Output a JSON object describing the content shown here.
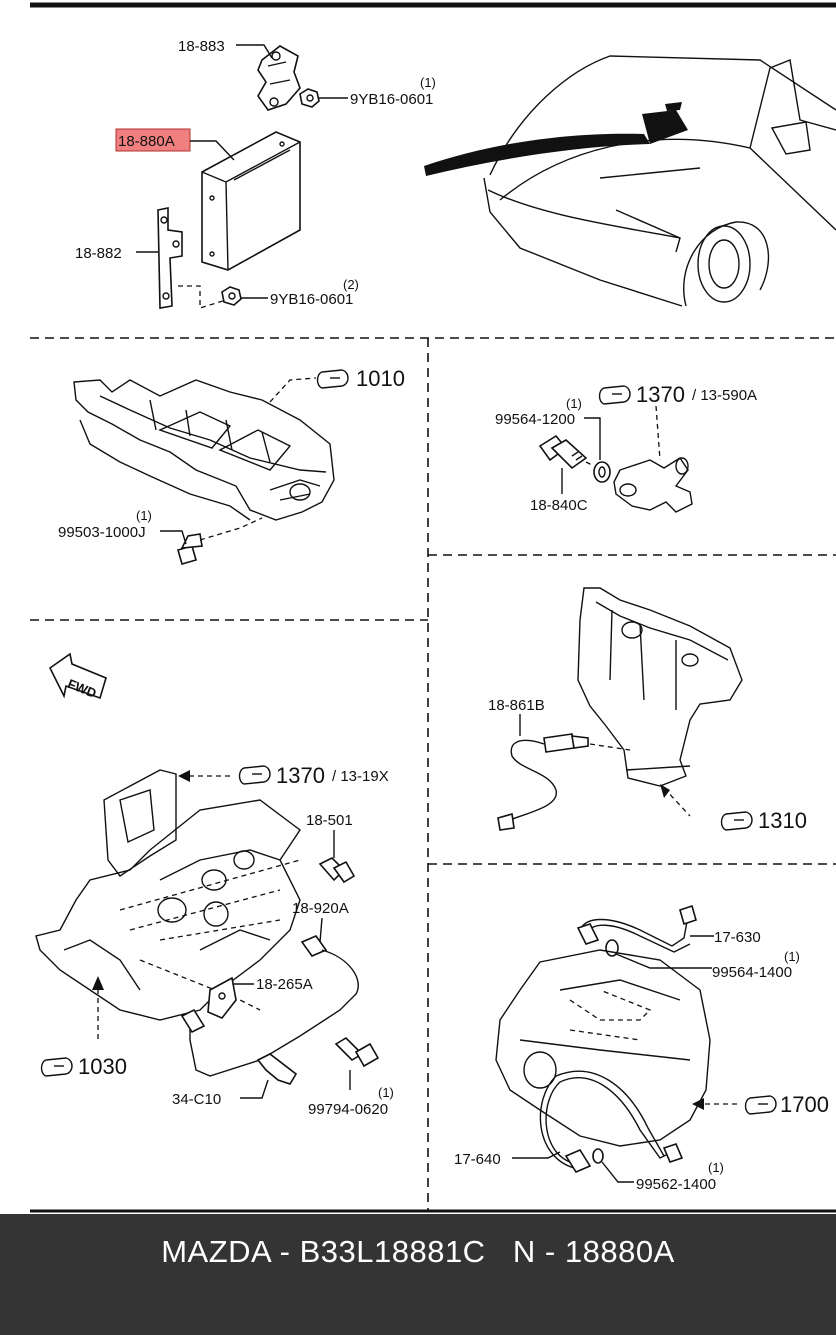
{
  "diagram": {
    "top": {
      "p18_883": "18-883",
      "p9yb16_1": "9YB16-0601",
      "q1": "(1)",
      "p18_880a": "18-880A",
      "p18_882": "18-882",
      "p9yb16_2": "9YB16-0601",
      "q2": "(2)",
      "highlight_color": "#f08080"
    },
    "mid_left": {
      "ref": "1010",
      "p99503": "99503-1000J",
      "q": "(1)"
    },
    "mid_right": {
      "ref": "1370",
      "ref_sub": "/ 13-590A",
      "p99564": "99564-1200",
      "q": "(1)",
      "p18_840c": "18-840C"
    },
    "lower_left": {
      "fwd": "FWD",
      "ref_a": "1370",
      "ref_a_sub": "/ 13-19X",
      "p18_501": "18-501",
      "p18_920a": "18-920A",
      "p18_265a": "18-265A",
      "ref_b": "1030",
      "p34_c10": "34-C10",
      "p99794": "99794-0620",
      "q": "(1)"
    },
    "right_manifold": {
      "p18_861b": "18-861B",
      "ref": "1310"
    },
    "right_trans": {
      "p17_630": "17-630",
      "p99564_1400": "99564-1400",
      "q1": "(1)",
      "ref": "1700",
      "p17_640": "17-640",
      "p99562_1400": "99562-1400",
      "q2": "(1)"
    }
  },
  "footer": {
    "brand": "MAZDA",
    "sep1": " - ",
    "part_no": "B33L18881C",
    "gap": "   ",
    "n_label": "N",
    "sep2": " - ",
    "ref_no": "18880A"
  }
}
